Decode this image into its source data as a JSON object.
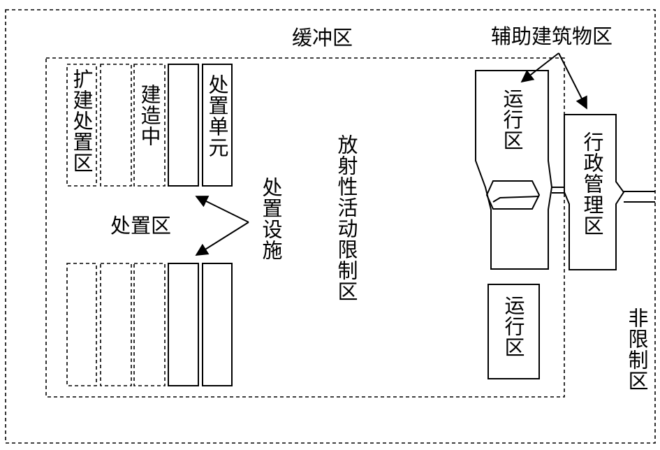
{
  "labels": {
    "buffer_zone": "缓冲区",
    "aux_buildings": "辅助建筑物区",
    "expansion_disposal": "扩建处置区",
    "under_construction": "建造中",
    "disposal_unit": "处置单元",
    "disposal_area": "处置区",
    "disposal_facility": "处置设施",
    "radioactive_restricted": "放射性活动限制区",
    "operation_area_upper": "运行区",
    "operation_area_lower": "运行区",
    "admin_area": "行政管理区",
    "unrestricted_area": "非限制区"
  }
}
